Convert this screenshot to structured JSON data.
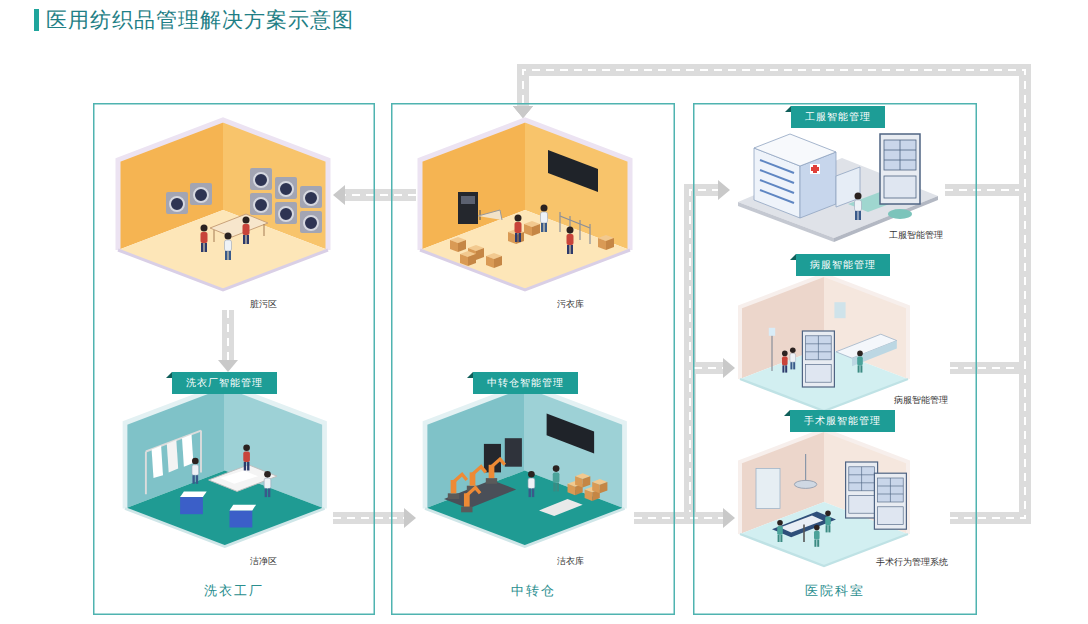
{
  "diagram": {
    "title": "医用纺织品管理解决方案示意图",
    "nodes": [
      {
        "text": [
          "洗衣工厂"
        ]
      },
      {
        "text": [
          "脏污区"
        ],
        "in": 0
      },
      {
        "text": [
          "洗衣厂智能管理",
          "洁净区"
        ],
        "in": 0
      },
      {
        "text": [
          "中转仓"
        ]
      },
      {
        "text": [
          "污衣库"
        ],
        "in": 3
      },
      {
        "text": [
          "中转仓智能管理",
          "洁衣库"
        ],
        "in": 3
      },
      {
        "text": [
          "医院科室"
        ]
      },
      {
        "text": [
          "工服智能管理",
          "工服智能管理"
        ],
        "in": 6
      },
      {
        "text": [
          "病服智能管理",
          "病服智能管理"
        ],
        "in": 6
      },
      {
        "text": [
          "手术服智能管理",
          "手术行为管理系统"
        ],
        "in": 6
      }
    ],
    "edges": [
      {
        "from": 4,
        "to": 1,
        "arrow": "to"
      },
      {
        "from": 1,
        "to": 2,
        "arrow": "to"
      },
      {
        "from": 2,
        "to": 5,
        "arrow": "to"
      },
      {
        "from": 5,
        "to": 7,
        "arrow": "to"
      },
      {
        "from": 5,
        "to": 8,
        "arrow": "to"
      },
      {
        "from": 5,
        "to": 9,
        "arrow": "to"
      },
      {
        "from": 7,
        "to": 4,
        "arrow": "to"
      },
      {
        "from": 8,
        "to": 4,
        "arrow": "to"
      },
      {
        "from": 9,
        "to": 4,
        "arrow": "to"
      }
    ]
  }
}
